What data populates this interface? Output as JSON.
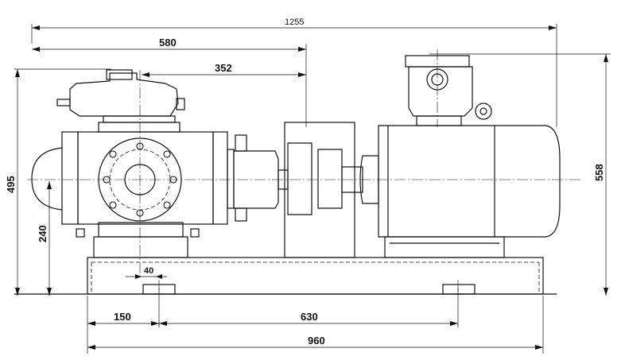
{
  "dimensions": {
    "total_length": "1255",
    "pump_to_coupling": "580",
    "pump_center_to_coupling": "352",
    "pump_height": "495",
    "total_height": "558",
    "shaft_height": "240",
    "flange_offset": "40",
    "base_edge_to_bolt": "150",
    "bolt_spacing": "630",
    "base_length": "960"
  }
}
